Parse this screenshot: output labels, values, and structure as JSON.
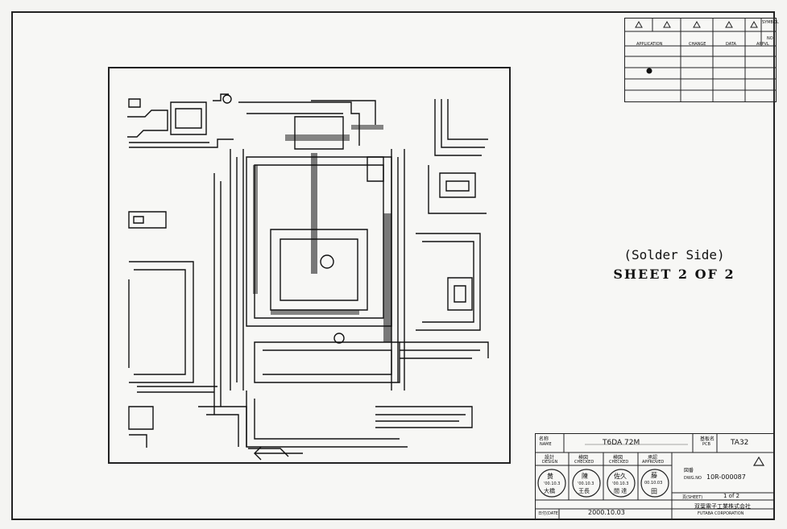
{
  "revision_table": {
    "symbol_header": "SYMBOL",
    "no_header": "NO",
    "columns": [
      "APPLICATION",
      "CHANGE",
      "DATA",
      "APPVL"
    ]
  },
  "notes": {
    "solder_side": "(Solder Side)",
    "sheet": "SHEET 2 OF 2"
  },
  "title_block": {
    "name_label": "名称",
    "name_label_en": "NAME",
    "name_value": "T6DA 72M",
    "part_label": "基板名",
    "part_label_en": "PCB",
    "part_value": "TA32",
    "design_label": "設計",
    "design_label_en": "DESIGN",
    "checked_label": "検図",
    "checked_label_en": "CHECKED",
    "checked2_label": "検図",
    "checked2_label_en": "CHECKED",
    "approved_label": "承認",
    "approved_label_en": "APPROVED",
    "stamp_design_a": "黄",
    "stamp_design_b": "大橋",
    "stamp_design_date": "'00.10.3",
    "stamp_checked_a": "陳",
    "stamp_checked_date": "'00.10.3",
    "stamp_checked_b": "王長",
    "stamp_checked2_a": "佐久",
    "stamp_checked2_date": "'00.10.3",
    "stamp_checked2_b": "間 達",
    "stamp_approved_a": "藤",
    "stamp_approved_date": "00.10.03",
    "stamp_approved_b": "田",
    "drawing_no_label": "図番",
    "drawing_no_label_en": "DWG.NO",
    "drawing_no": "10R-000087",
    "sheet_label": "頁(SHEET)",
    "sheet_value": "1  of  2",
    "company_jp": "双葉電子工業株式会社",
    "company_en": "FUTABA CORPORATION",
    "date_label": "日付(DATE)",
    "date_value": "2000.10.03"
  }
}
